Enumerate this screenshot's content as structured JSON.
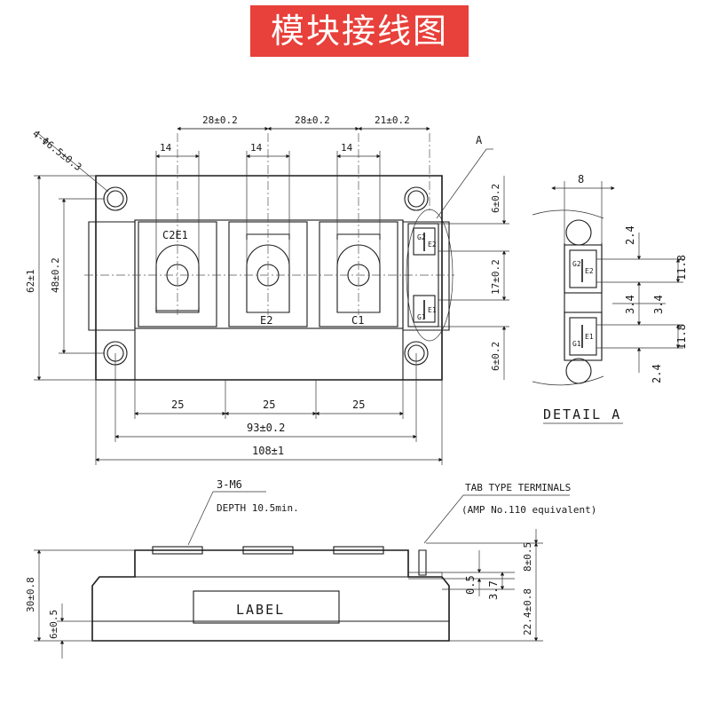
{
  "title": "模块接线图",
  "top_view": {
    "hole_spec": "4-Φ6.5±0.3",
    "pitch_1": "28±0.2",
    "pitch_2": "28±0.2",
    "pitch_3": "21±0.2",
    "tab_width_1": "14",
    "tab_width_2": "14",
    "tab_width_3": "14",
    "height_total": "62±1",
    "height_holes": "48±0.2",
    "spacing_1": "25",
    "spacing_2": "25",
    "spacing_3": "25",
    "width_holes": "93±0.2",
    "width_total": "108±1",
    "terminal_c2e1": "C2E1",
    "terminal_e2": "E2",
    "terminal_c1": "C1",
    "right_dim_top": "6±0.2",
    "right_dim_mid": "17±0.2",
    "right_dim_bot": "6±0.2",
    "detail_marker": "A",
    "pin_g2": "G2",
    "pin_e2": "E2",
    "pin_g1": "G1",
    "pin_e1": "E1"
  },
  "detail_a": {
    "label": "DETAIL A",
    "width": "8",
    "dim_2_4_top": "2.4",
    "dim_11_8_top": "11.8",
    "dim_3_4_left": "3.4",
    "dim_3_4_right": "3.4",
    "dim_11_8_bot": "11.8",
    "dim_2_4_bot": "2.4",
    "pin_g2": "G2",
    "pin_e2": "E2",
    "pin_g1": "G1",
    "pin_e1": "E1"
  },
  "side_view": {
    "screw_spec": "3-M6",
    "depth_spec": "DEPTH 10.5min.",
    "tab_terminals": "TAB TYPE TERMINALS",
    "amp_note": "(AMP No.110 equivalent)",
    "label": "LABEL",
    "height_total": "30±0.8",
    "base_height": "6±0.5",
    "dim_0_5": "0.5",
    "dim_3_7": "3.7",
    "dim_8": "8±0.5",
    "dim_22_4": "22.4±0.8"
  }
}
